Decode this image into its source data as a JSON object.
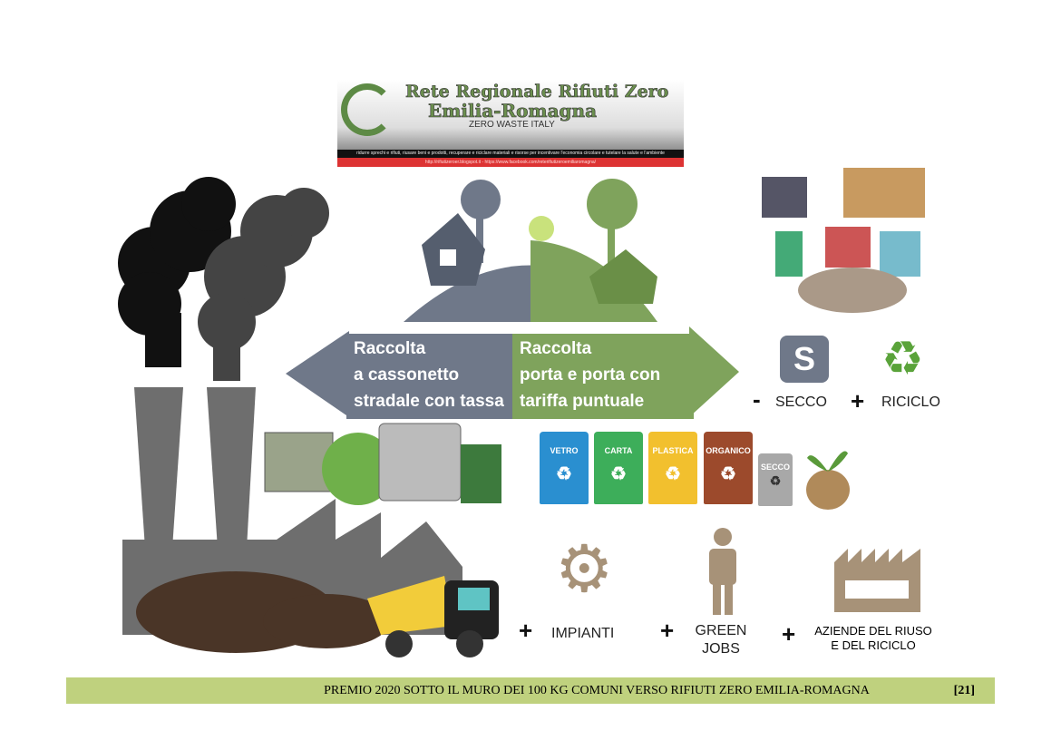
{
  "banner": {
    "title_line1": "Rete Regionale Rifiuti Zero",
    "title_line2": "Emilia-Romagna",
    "subtitle": "ZERO WASTE ITALY",
    "tagline": "ridurre sprechi e rifiuti, riusare beni e prodotti, recuperare e riciclare materiali e risorse per incentivare l'economia circolare e tutelare la salute e l'ambiente",
    "links": "http://rifiutizeroer.blogspot.it - https://www.facebook.com/reterifiutizeroemiliaromagna/"
  },
  "left_box": {
    "line1": "Raccolta",
    "line2": "a cassonetto",
    "line3": "stradale con tassa"
  },
  "right_box": {
    "line1": "Raccolta",
    "line2": "porta e porta con",
    "line3": "tariffa puntuale"
  },
  "bins": [
    {
      "label": "VETRO",
      "color": "#2a8fd0"
    },
    {
      "label": "CARTA",
      "color": "#3dae5a"
    },
    {
      "label": "PLASTICA",
      "color": "#f2c02e"
    },
    {
      "label": "ORGANICO",
      "color": "#9c4a2c"
    },
    {
      "label": "SECCO",
      "color": "#a8a8a8"
    }
  ],
  "benefits": {
    "secco": "SECCO",
    "secco_sign": "-",
    "riciclo": "RICICLO",
    "impianti": "IMPIANTI",
    "green_jobs": "GREEN JOBS",
    "aziende": "AZIENDE DEL RIUSO E DEL RICICLO",
    "plus": "+",
    "s_icon": "S"
  },
  "footer": {
    "text": "PREMIO 2020 SOTTO IL MURO DEI 100 KG COMUNI VERSO RIFIUTI ZERO EMILIA-ROMAGNA",
    "page": "[21]"
  }
}
